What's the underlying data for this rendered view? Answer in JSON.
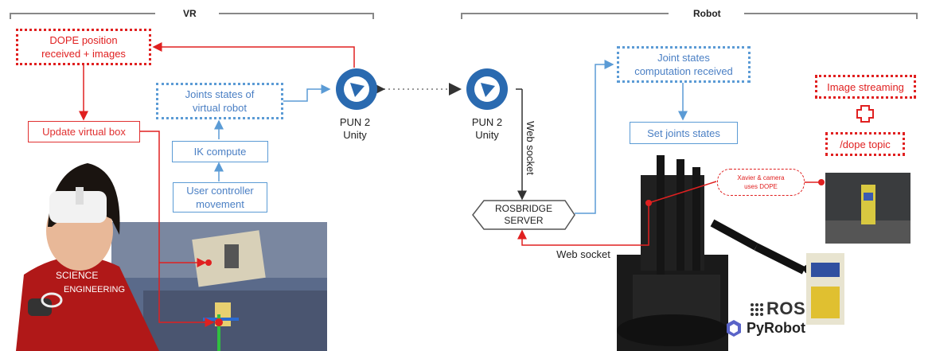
{
  "headers": {
    "vr": "VR",
    "robot": "Robot"
  },
  "vr": {
    "dope_position": "DOPE position\nreceived + images",
    "update_box": "Update virtual box",
    "joints_states": "Joints states of\nvirtual robot",
    "ik_compute": "IK compute",
    "user_controller": "User controller\nmovement",
    "pun_left": "PUN 2\nUnity"
  },
  "robot": {
    "pun_right": "PUN 2\nUnity",
    "web_socket_vertical": "Web socket",
    "rosbridge": "ROSBRIDGE\nSERVER",
    "web_socket_bottom": "Web socket",
    "joint_states_received": "Joint states\ncomputation received",
    "set_joints": "Set joints states",
    "image_streaming": "Image streaming",
    "plus_icon": "plus-icon",
    "dope_topic": "/dope topic",
    "xavier_note": "Xavier & camera\nuses DOPE",
    "ros_logo": "ROS",
    "pyrobot_logo": "PyRobot"
  },
  "colors": {
    "red": "#e02020",
    "blue": "#5b9bd5",
    "gray": "#888888"
  }
}
